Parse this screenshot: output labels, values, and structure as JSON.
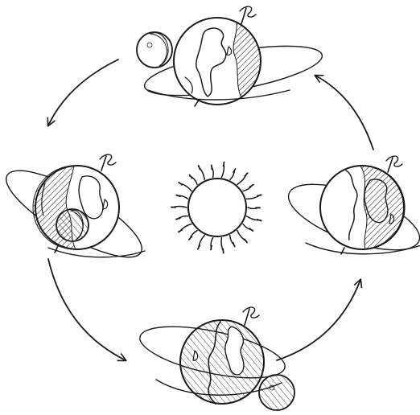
{
  "diagram": {
    "kind": "earth-moon orbit illustration",
    "line_color": "#1a1a1a",
    "background": "#ffffff",
    "components": {
      "center": "sun-icon",
      "positions": [
        "top",
        "right",
        "bottom",
        "left"
      ],
      "arrows": [
        "arrow-top-left",
        "arrow-right-top",
        "arrow-bottom-right",
        "arrow-left-bottom"
      ]
    }
  }
}
